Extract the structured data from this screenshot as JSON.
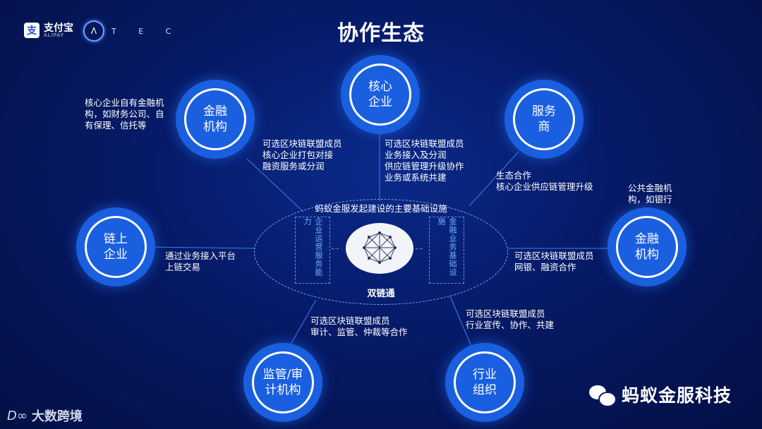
{
  "title": "协作生态",
  "logos": {
    "alipay_cn": "支付宝",
    "alipay_en": "ALIPAY",
    "alipay_icon": "支",
    "atec_symbol": "Λ",
    "atec_letters": "T E C"
  },
  "nodes": {
    "core_enterprise": "核心\n企业",
    "finance_left": "金融\n机构",
    "service_provider": "服务\n商",
    "chain_enterprise": "链上\n企业",
    "finance_right": "金融\n机构",
    "regulator": "监管/审\n计机构",
    "industry_org": "行业\n组织"
  },
  "notes": {
    "finance_left_desc": "核心企业自有金融机\n构，如财务公司、自\n有保理、信托等",
    "finance_left_link": "可选区块链联盟成员\n核心企业打包对接\n融资服务或分润",
    "core_link": "可选区块链联盟成员\n业务接入及分润\n供应链管理升级协作\n业务或系统共建",
    "service_link": "生态合作\n核心企业供应链管理升级",
    "finance_right_desc": "公共金融机\n构，如银行",
    "finance_right_link": "可选区块链联盟成员\n网银、融资合作",
    "chain_link": "通过业务接入平台\n上链交易",
    "regulator_link": "可选区块链联盟成员\n审计、监管、仲裁等合作",
    "industry_link": "可选区块链联盟成员\n行业宣传、协作、共建"
  },
  "hub": {
    "title": "蚂蚁金服发起建设的主要基础设施",
    "left_box": "企业运营服务能力",
    "right_box": "金融业务基础设施",
    "bottom": "双链通"
  },
  "footer": {
    "wechat_brand": "蚂蚁金服科技",
    "watermark": "大数跨境",
    "watermark_mark": "D∞"
  },
  "colors": {
    "background": "#061a66",
    "node": "#1a5fe0",
    "line": "#3f7df0"
  }
}
